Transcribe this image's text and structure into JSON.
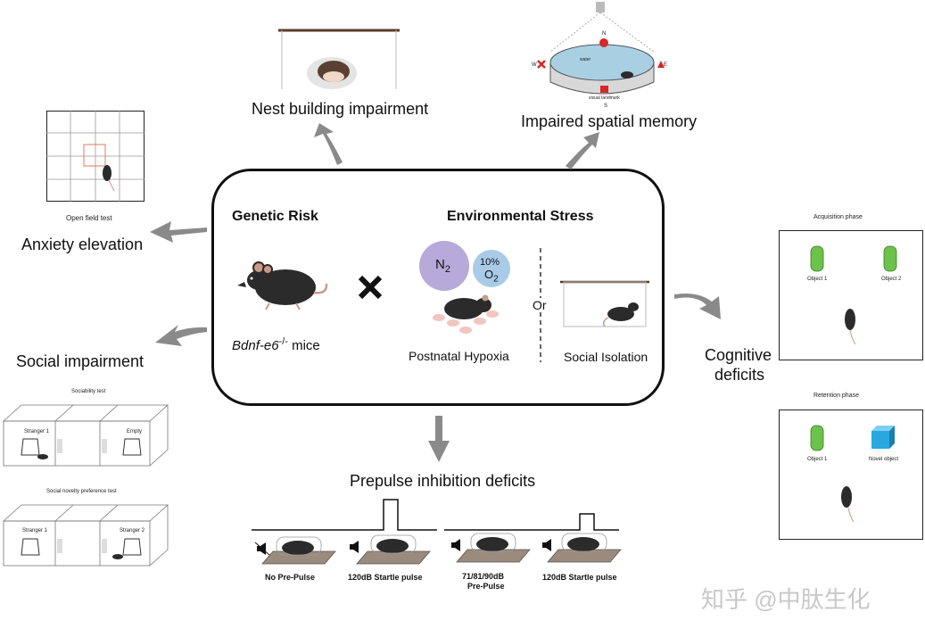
{
  "center": {
    "genetic_title": "Genetic Risk",
    "env_title": "Environmental Stress",
    "mouse_label_prefix": "Bdnf-e6",
    "mouse_label_sup": "-/-",
    "mouse_label_suffix": " mice",
    "n2": "N",
    "n2_sub": "2",
    "o2_top": "10%",
    "o2": "O",
    "o2_sub": "2",
    "or": "Or",
    "hypoxia": "Postnatal Hypoxia",
    "isolation": "Social Isolation"
  },
  "outcomes": {
    "nest": "Nest building impairment",
    "spatial": "Impaired spatial memory",
    "anxiety": "Anxiety elevation",
    "open_field": "Open field test",
    "social": "Social impairment",
    "cognitive_line1": "Cognitive",
    "cognitive_line2": "deficits",
    "ppi": "Prepulse inhibition deficits"
  },
  "water_maze": {
    "n": "N",
    "s": "S",
    "e": "E",
    "w": "W",
    "water": "water",
    "landmark": "visual landmark"
  },
  "social_tests": {
    "sociability": "Sociability test",
    "stranger1_a": "Stranger 1",
    "empty": "Empty",
    "novelty": "Social novelty preference test",
    "stranger1_b": "Stranger 1",
    "stranger2": "Stranger 2"
  },
  "cognitive_tests": {
    "acquisition": "Acquisition phase",
    "object1_a": "Object 1",
    "object2": "Object 2",
    "retention": "Retention phase",
    "object1_b": "Object 1",
    "novel": "Novel object"
  },
  "ppi_labels": {
    "no_prepulse": "No Pre-Pulse",
    "startle1": "120dB Startle pulse",
    "prepulse_line1": "71/81/90dB",
    "prepulse_line2": "Pre-Pulse",
    "startle2": "120dB Startle pulse"
  },
  "watermark": "知乎 @中肽生化",
  "colors": {
    "arrow": "#8a8a8a",
    "n2_circle": "#b7a9d9",
    "o2_circle": "#a9cbe8",
    "green_object": "#6cc24a",
    "blue_cube": "#29a8e0",
    "mouse": "#2b2b2b",
    "water": "#a9cfe3"
  }
}
